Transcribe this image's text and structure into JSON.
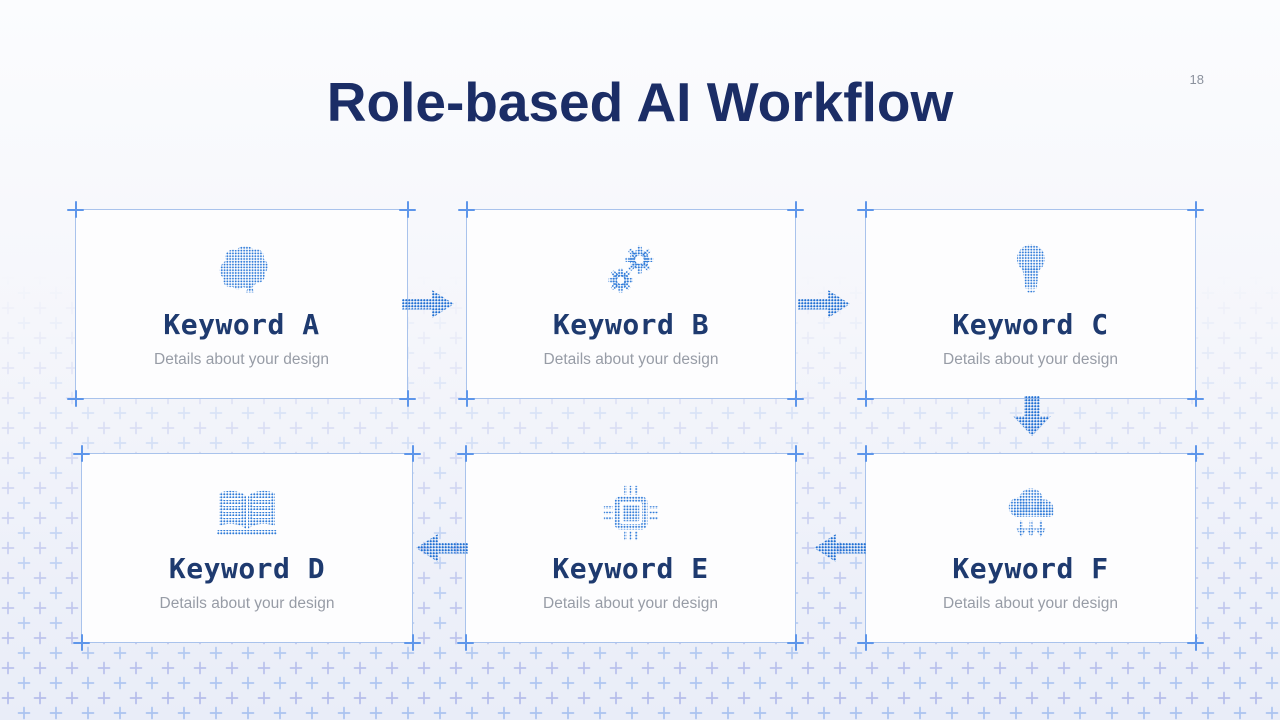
{
  "slide": {
    "title": "Role-based AI Workflow",
    "page_number": "18"
  },
  "cards": [
    {
      "icon": "brain-icon",
      "title": "Keyword A",
      "subtitle": "Details about your design"
    },
    {
      "icon": "gears-icon",
      "title": "Keyword B",
      "subtitle": "Details about your design"
    },
    {
      "icon": "lightbulb-icon",
      "title": "Keyword C",
      "subtitle": "Details about your design"
    },
    {
      "icon": "open-book-icon",
      "title": "Keyword D",
      "subtitle": "Details about your design"
    },
    {
      "icon": "chip-icon",
      "title": "Keyword E",
      "subtitle": "Details about your design"
    },
    {
      "icon": "cloud-download-icon",
      "title": "Keyword F",
      "subtitle": "Details about your design"
    }
  ],
  "flow": {
    "arrows": [
      {
        "from": "Keyword A",
        "to": "Keyword B",
        "direction": "right"
      },
      {
        "from": "Keyword B",
        "to": "Keyword C",
        "direction": "right"
      },
      {
        "from": "Keyword C",
        "to": "Keyword F",
        "direction": "down"
      },
      {
        "from": "Keyword F",
        "to": "Keyword E",
        "direction": "left"
      },
      {
        "from": "Keyword E",
        "to": "Keyword D",
        "direction": "left"
      }
    ]
  },
  "colors": {
    "icon_blue": "#2e7ad8",
    "arrow_blue": "#1f6fd3",
    "title_navy": "#1b2d66",
    "keyword_navy": "#1e3a6f",
    "subtitle_gray": "#979ca6",
    "card_border": "#a9c3ec",
    "corner_marker": "#5e96ea",
    "background_top": "#fbfcfe",
    "background_bottom": "#e9edf8",
    "pattern_lavender": "#b2baea",
    "pattern_blue": "#a9c2f0"
  }
}
